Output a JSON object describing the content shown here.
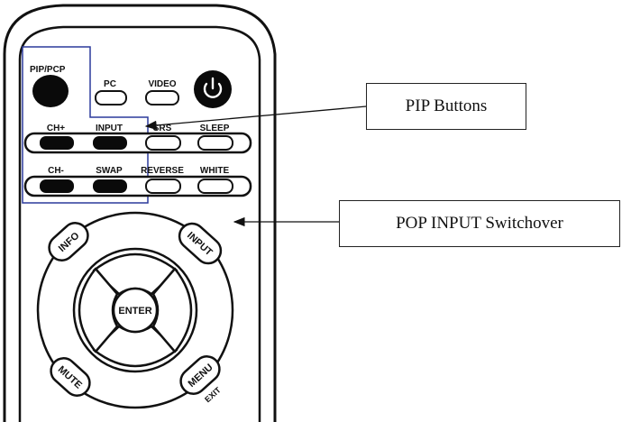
{
  "remote": {
    "top_row": {
      "pip_pcp": "PIP/PCP",
      "pc": "PC",
      "video": "VIDEO",
      "power_icon": "power-icon"
    },
    "row2": {
      "ch_up": "CH+",
      "input": "INPUT",
      "srs": "SRS",
      "sleep": "SLEEP"
    },
    "row3": {
      "ch_down": "CH-",
      "swap": "SWAP",
      "reverse": "REVERSE",
      "white": "WHITE"
    },
    "dial": {
      "info": "INFO",
      "input": "INPUT",
      "enter": "ENTER",
      "mute": "MUTE",
      "menu": "MENU",
      "exit": "EXIT"
    }
  },
  "callouts": {
    "pip_buttons": "PIP Buttons",
    "pop_input": "POP INPUT Switchover"
  },
  "colors": {
    "highlight_box": "#2c3a9c",
    "outline": "#111111",
    "button_fill": "#0a0a0a"
  }
}
